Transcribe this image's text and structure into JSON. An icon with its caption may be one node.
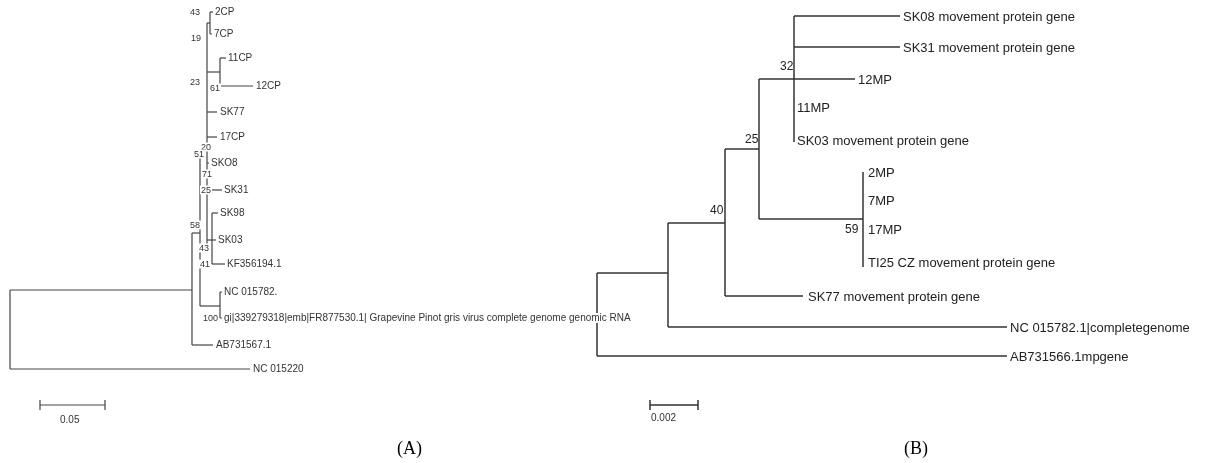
{
  "diagram": {
    "labels": [
      "43",
      "2CP",
      "19",
      "7CP",
      "11CP",
      "23",
      "61",
      "12CP",
      "SK77",
      "17CP",
      "20",
      "51",
      "SKO8",
      "71",
      "25",
      "SK31",
      "SK98",
      "58",
      "SK03",
      "43",
      "41",
      "KF356194.1",
      "NC 015782.",
      "100",
      "gi|339279318|emb|FR877530.1| Grapevine Pinot gris virus complete genome genomic RNA",
      "AB731567.1",
      "NC 015220",
      "0.05",
      "SK08 movement protein gene",
      "SK31 movement protein gene",
      "32",
      "12MP",
      "11MP",
      "25",
      "SK03 movement protein gene",
      "2MP",
      "7MP",
      "40",
      "59",
      "17MP",
      "TI25 CZ movement protein gene",
      "SK77 movement protein gene",
      "NC 015782.1|completegenome",
      "AB731566.1mpgene",
      "0.002",
      "(A)",
      "(B)"
    ]
  }
}
